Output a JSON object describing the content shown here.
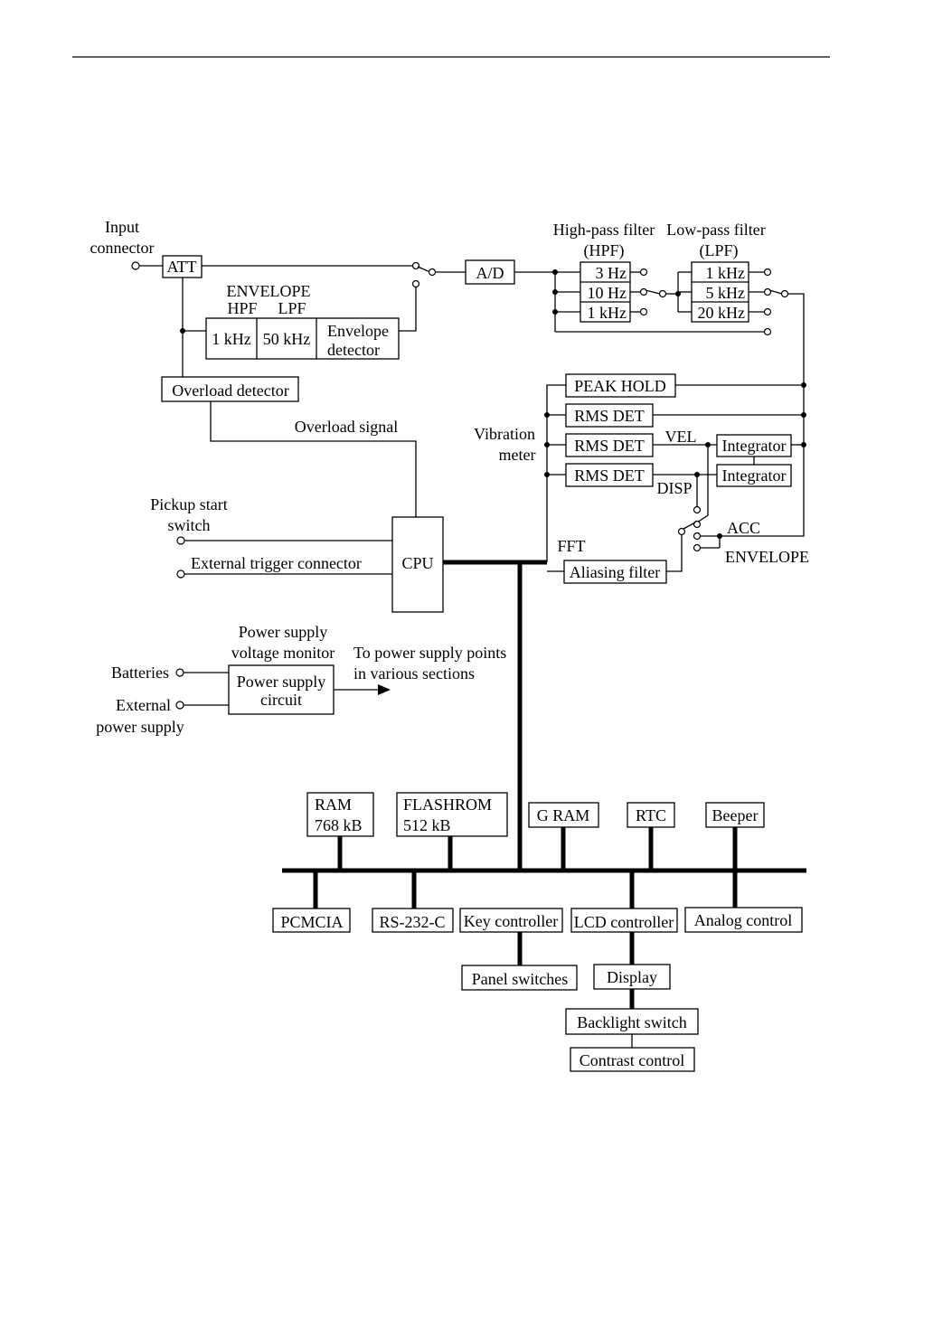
{
  "diagram": {
    "input": {
      "label_1": "Input",
      "label_2": "connector"
    },
    "att": "ATT",
    "ad": "A/D",
    "envelope_title": "ENVELOPE",
    "env_hpf_head": "HPF",
    "env_lpf_head": "LPF",
    "env_hpf_value": "1 kHz",
    "env_lpf_value": "50 kHz",
    "envelope_detector_1": "Envelope",
    "envelope_detector_2": "detector",
    "overload_detector": "Overload detector",
    "overload_signal": "Overload signal",
    "hpf_title_1": "High-pass filter",
    "hpf_title_2": "(HPF)",
    "hpf_values": [
      "3 Hz",
      "10 Hz",
      "1 kHz"
    ],
    "lpf_title_1": "Low-pass filter",
    "lpf_title_2": "(LPF)",
    "lpf_values": [
      "1 kHz",
      "5 kHz",
      "20 kHz"
    ],
    "peak_hold": "PEAK HOLD",
    "rms_det": "RMS DET",
    "vibration_meter_1": "Vibration",
    "vibration_meter_2": "meter",
    "vel": "VEL",
    "disp": "DISP",
    "integrator": "Integrator",
    "acc": "ACC",
    "envelope_out": "ENVELOPE",
    "fft": "FFT",
    "aliasing_filter": "Aliasing filter",
    "pickup_1": "Pickup start",
    "pickup_2": "switch",
    "ext_trigger": "External trigger connector",
    "cpu": "CPU",
    "psv_1": "Power supply",
    "psv_2": "voltage monitor",
    "ps_circuit_1": "Power supply",
    "ps_circuit_2": "circuit",
    "to_power_1": "To power supply points",
    "to_power_2": "in various sections",
    "batteries": "Batteries",
    "ext_power_1": "External",
    "ext_power_2": "power supply",
    "ram_1": "RAM",
    "ram_2": "768 kB",
    "flash_1": "FLASHROM",
    "flash_2": "512 kB",
    "gram": "G RAM",
    "rtc": "RTC",
    "beeper": "Beeper",
    "pcmcia": "PCMCIA",
    "rs232": "RS-232-C",
    "key_controller": "Key controller",
    "lcd_controller": "LCD controller",
    "analog_control": "Analog control",
    "panel_switches": "Panel switches",
    "display": "Display",
    "backlight_switch": "Backlight switch",
    "contrast_control": "Contrast control"
  }
}
